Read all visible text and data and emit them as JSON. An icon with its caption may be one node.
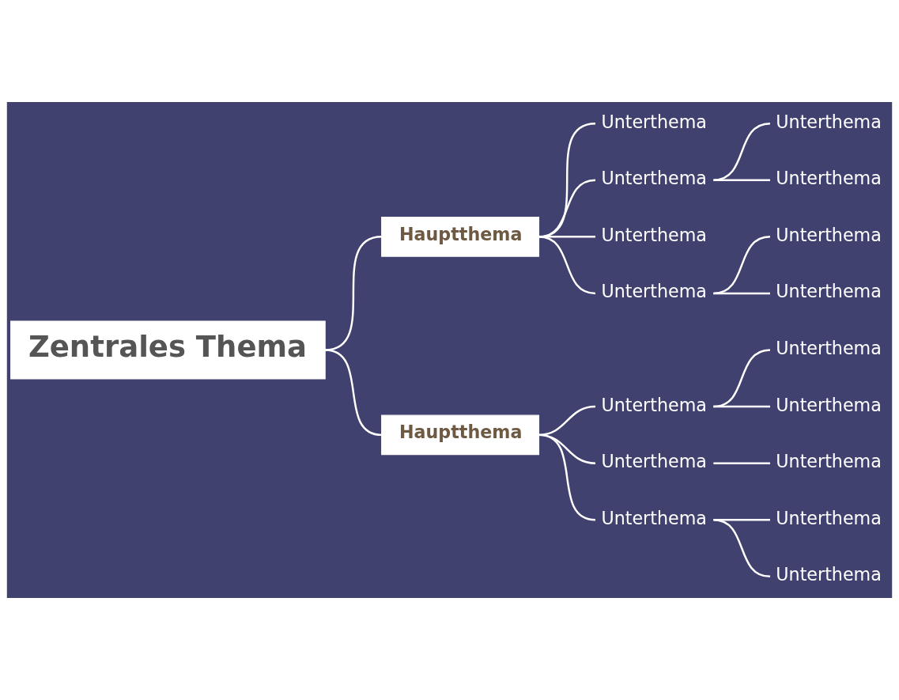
{
  "diagram": {
    "nodes": [
      {
        "text": [
          "Zentrales Thema"
        ]
      },
      {
        "text": [
          "Hauptthema"
        ]
      },
      {
        "text": [
          "Unterthema"
        ]
      },
      {
        "text": [
          "Unterthema"
        ]
      },
      {
        "text": [
          "Unterthema"
        ]
      },
      {
        "text": [
          "Unterthema"
        ]
      },
      {
        "text": [
          "Unterthema"
        ]
      },
      {
        "text": [
          "Unterthema"
        ]
      },
      {
        "text": [
          "Unterthema"
        ]
      },
      {
        "text": [
          "Unterthema"
        ]
      },
      {
        "text": [
          "Hauptthema"
        ]
      },
      {
        "text": [
          "Unterthema"
        ]
      },
      {
        "text": [
          "Unterthema"
        ]
      },
      {
        "text": [
          "Unterthema"
        ]
      },
      {
        "text": [
          "Unterthema"
        ]
      },
      {
        "text": [
          "Unterthema"
        ]
      },
      {
        "text": [
          "Unterthema"
        ]
      },
      {
        "text": [
          "Unterthema"
        ]
      },
      {
        "text": [
          "Unterthema"
        ]
      }
    ],
    "edges": [
      {
        "from": 0,
        "to": 1,
        "arrow": "none"
      },
      {
        "from": 0,
        "to": 10,
        "arrow": "none"
      },
      {
        "from": 1,
        "to": 2,
        "arrow": "none"
      },
      {
        "from": 1,
        "to": 3,
        "arrow": "none"
      },
      {
        "from": 1,
        "to": 6,
        "arrow": "none"
      },
      {
        "from": 1,
        "to": 7,
        "arrow": "none"
      },
      {
        "from": 3,
        "to": 4,
        "arrow": "none"
      },
      {
        "from": 3,
        "to": 5,
        "arrow": "none"
      },
      {
        "from": 7,
        "to": 8,
        "arrow": "none"
      },
      {
        "from": 7,
        "to": 9,
        "arrow": "none"
      },
      {
        "from": 10,
        "to": 11,
        "arrow": "none"
      },
      {
        "from": 10,
        "to": 14,
        "arrow": "none"
      },
      {
        "from": 10,
        "to": 16,
        "arrow": "none"
      },
      {
        "from": 11,
        "to": 12,
        "arrow": "none"
      },
      {
        "from": 11,
        "to": 13,
        "arrow": "none"
      },
      {
        "from": 14,
        "to": 15,
        "arrow": "none"
      },
      {
        "from": 16,
        "to": 17,
        "arrow": "none"
      },
      {
        "from": 16,
        "to": 18,
        "arrow": "none"
      }
    ]
  }
}
